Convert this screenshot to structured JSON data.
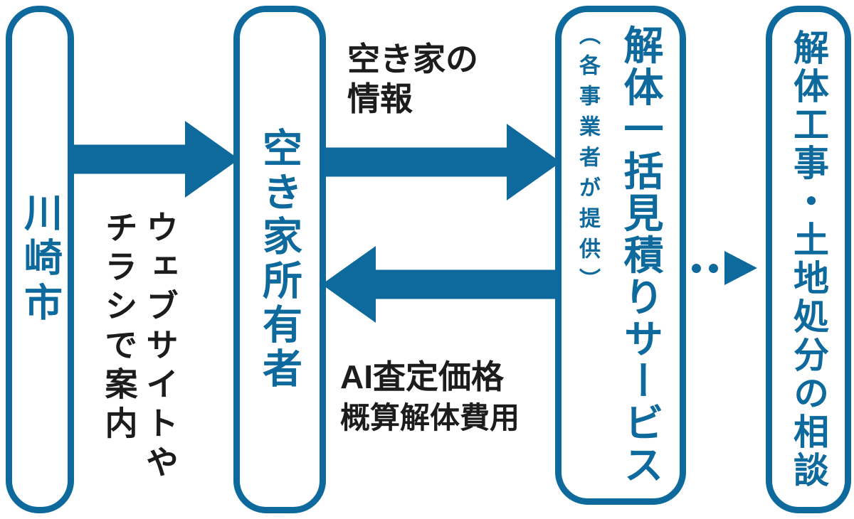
{
  "colors": {
    "accent": "#0e6a9d",
    "ink": "#1c1c1c",
    "background": "#ffffff"
  },
  "nodes": {
    "kawasaki": {
      "label": "川崎市"
    },
    "owner": {
      "label": "空き家所有者"
    },
    "service": {
      "label": "解体一括見積りサービス",
      "note": "（各事業者が提供）"
    },
    "consult": {
      "label": "解体工事・土地処分の相談"
    }
  },
  "labels": {
    "guide": {
      "col1": "ウェブサイトや",
      "col2": "チラシで案内"
    },
    "info": {
      "line1": "空き家の",
      "line2": "情報"
    },
    "assessment": {
      "line1": "AI査定価格",
      "line2": "概算解体費用"
    }
  },
  "edges": [
    {
      "name": "kawasaki-to-owner",
      "direction": "right",
      "style": "solid",
      "label": "ウェブサイトやチラシで案内"
    },
    {
      "name": "owner-to-service",
      "direction": "right",
      "style": "solid",
      "label": "空き家の情報"
    },
    {
      "name": "service-to-owner",
      "direction": "left",
      "style": "solid",
      "label": "AI査定価格 概算解体費用"
    },
    {
      "name": "service-to-consult",
      "direction": "right",
      "style": "dotted",
      "label": ""
    }
  ]
}
